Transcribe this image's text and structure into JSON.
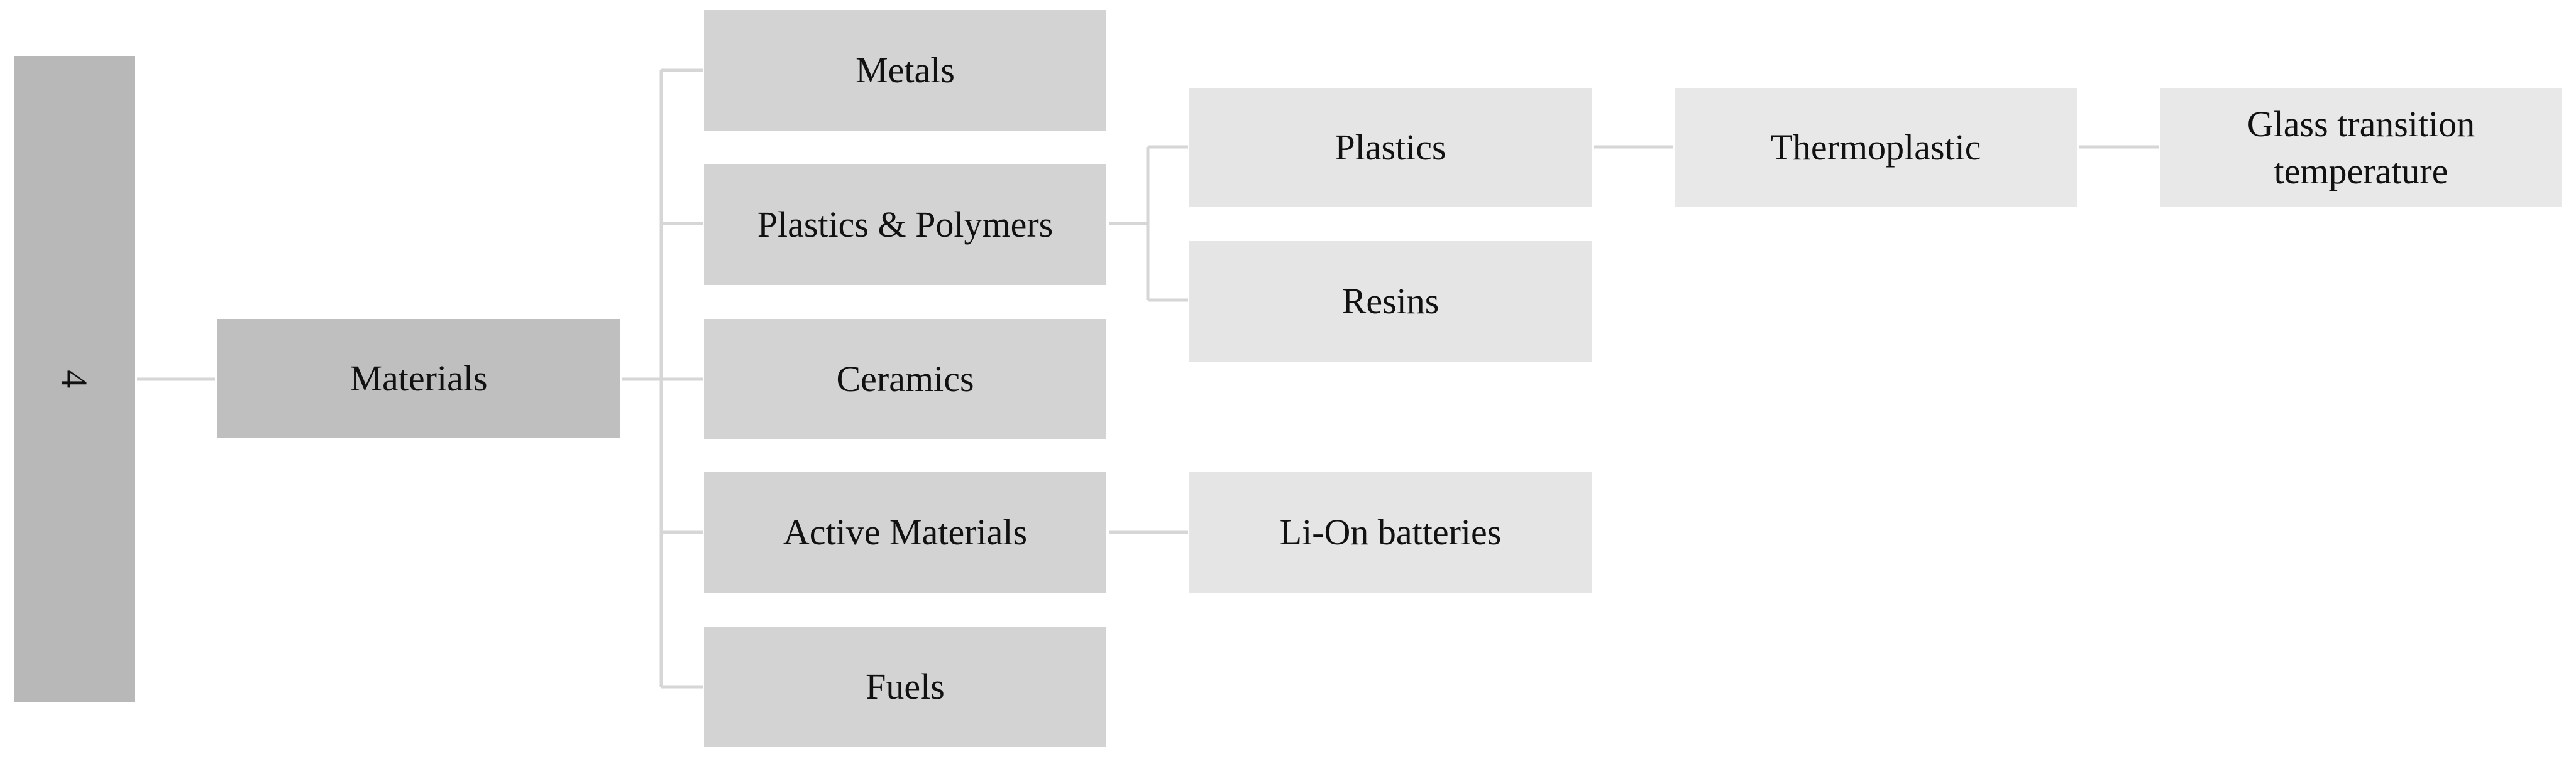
{
  "root": {
    "label": "4"
  },
  "level1": {
    "label": "Materials"
  },
  "level2": [
    {
      "label": "Metals"
    },
    {
      "label": "Plastics & Polymers"
    },
    {
      "label": "Ceramics"
    },
    {
      "label": "Active Materials"
    },
    {
      "label": "Fuels"
    }
  ],
  "level3": [
    {
      "label": "Plastics"
    },
    {
      "label": "Resins"
    },
    {
      "label": "Li-On batteries"
    }
  ],
  "level4": {
    "label": "Thermoplastic"
  },
  "level5": {
    "label": "Glass transition temperature"
  }
}
